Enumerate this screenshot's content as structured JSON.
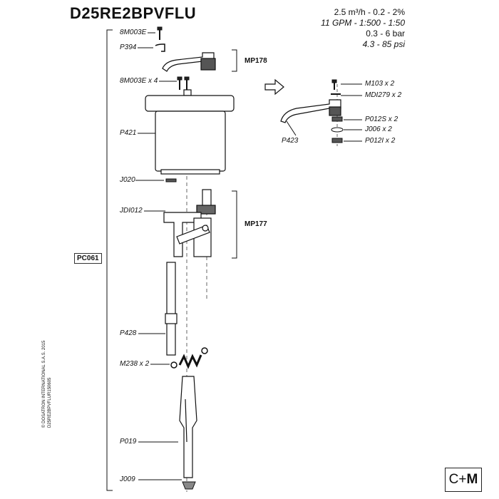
{
  "title": "D25RE2BPVFLU",
  "specs": {
    "flow": "2.5 m³/h  -   0.2   -   2%",
    "flow_gpm": "11 GPM - 1:500 - 1:50",
    "pressure_bar": "0.3  -  6 bar",
    "pressure_psi": "4.3 - 85 psi"
  },
  "parts": {
    "screw_top": "8M003E",
    "p394": "P394",
    "screws": "8M003E x 4",
    "p421": "P421",
    "j020": "J020",
    "jdi012": "JDI012",
    "p428": "P428",
    "m238": "M238 x 2",
    "p019": "P019",
    "j009": "J009",
    "m103": "M103 x 2",
    "mdi279": "MDI279 x 2",
    "p012s": "P012S x 2",
    "j006": "J006 x 2",
    "p423": "P423",
    "p012i": "P012I x 2"
  },
  "groups": {
    "mp178": "MP178",
    "mp177": "MP177",
    "kit": "PC061"
  },
  "copyright": [
    "© DOSATRON INTERNATIONAL S.A.S. 2015",
    "D25RE2BPVFLUR150605"
  ],
  "logo": {
    "c": "C",
    "plus": "+",
    "m": "M"
  }
}
